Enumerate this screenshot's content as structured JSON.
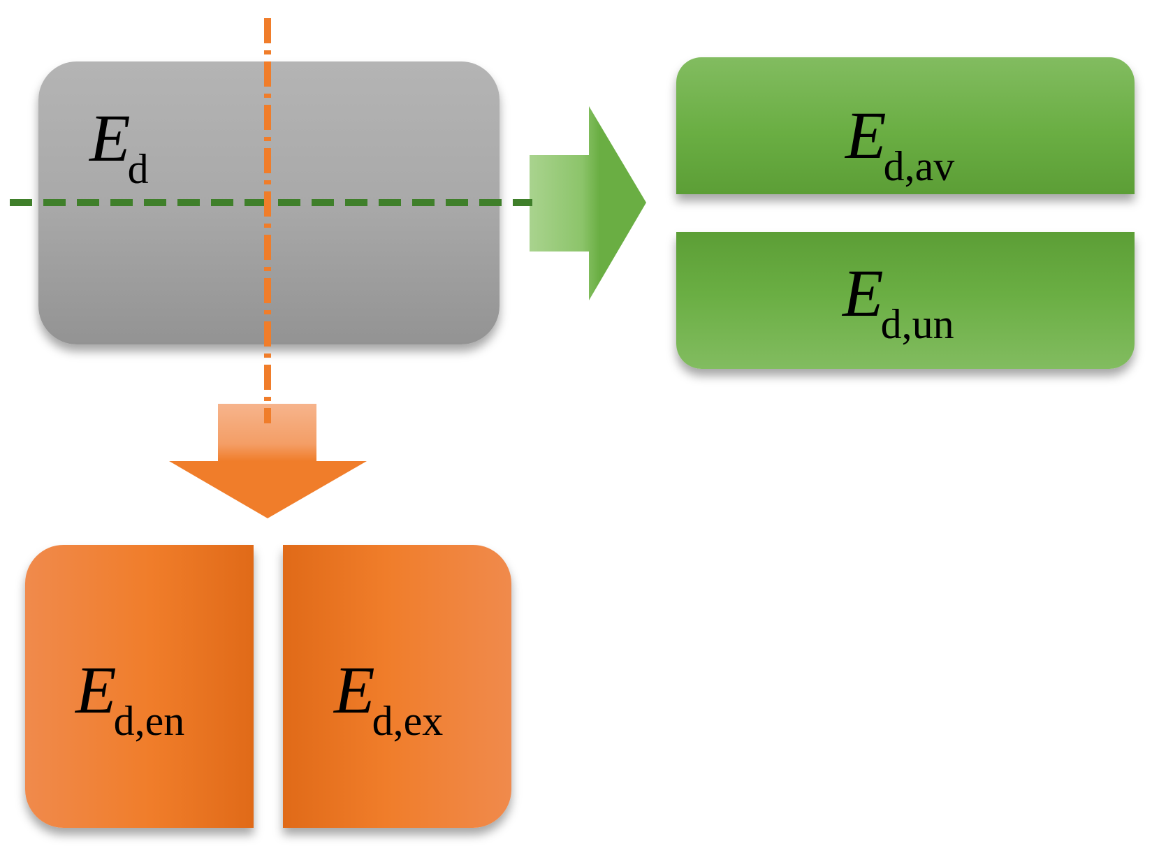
{
  "diagram": {
    "source_box": {
      "symbol": "E",
      "subscript": "d",
      "color": "#a9a9a9"
    },
    "split_horizontal": {
      "color": "#3f7f2a",
      "arrow_color": "#6aae43",
      "parts": [
        {
          "symbol": "E",
          "subscript": "d,av"
        },
        {
          "symbol": "E",
          "subscript": "d,un"
        }
      ]
    },
    "split_vertical": {
      "color": "#f07d2a",
      "arrow_color": "#f07d2a",
      "parts": [
        {
          "symbol": "E",
          "subscript": "d,en"
        },
        {
          "symbol": "E",
          "subscript": "d,ex"
        }
      ]
    }
  }
}
